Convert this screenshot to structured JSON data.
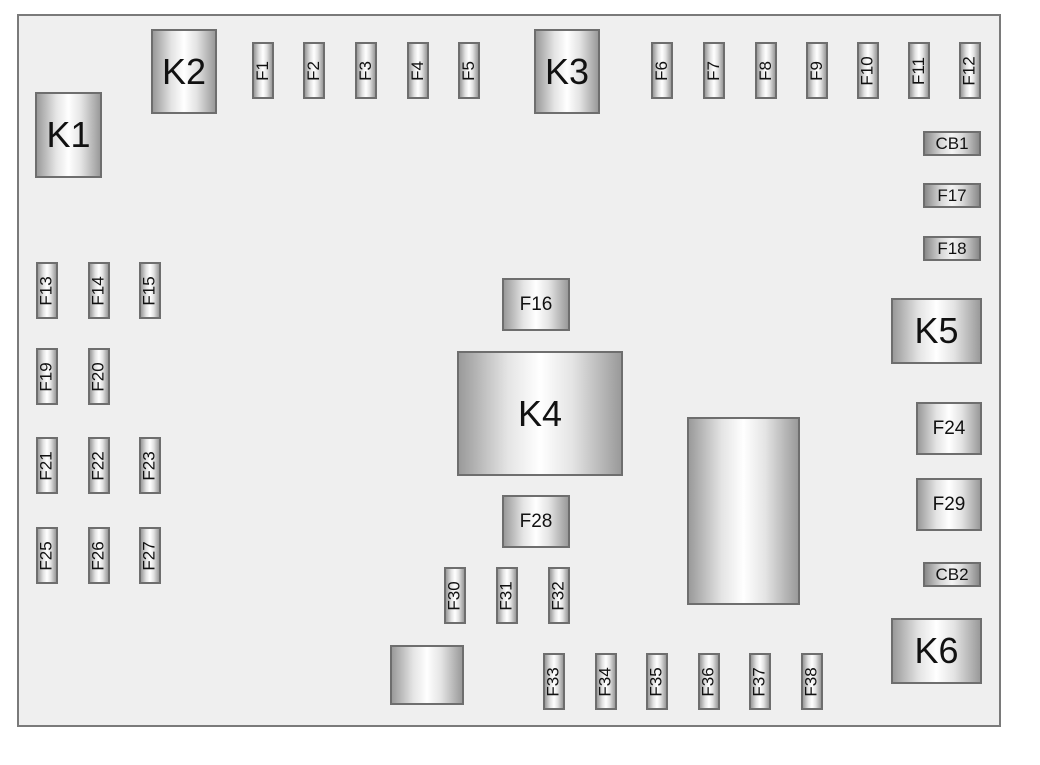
{
  "title": "Fuse block diagram",
  "components": [
    {
      "id": "K1",
      "kind": "relay"
    },
    {
      "id": "K2",
      "kind": "relay"
    },
    {
      "id": "K3",
      "kind": "relay"
    },
    {
      "id": "F1",
      "kind": "v"
    },
    {
      "id": "F2",
      "kind": "v"
    },
    {
      "id": "F3",
      "kind": "v"
    },
    {
      "id": "F4",
      "kind": "v"
    },
    {
      "id": "F5",
      "kind": "v"
    },
    {
      "id": "F6",
      "kind": "v"
    },
    {
      "id": "F7",
      "kind": "v"
    },
    {
      "id": "F8",
      "kind": "v"
    },
    {
      "id": "F9",
      "kind": "v"
    },
    {
      "id": "F10",
      "kind": "v"
    },
    {
      "id": "F11",
      "kind": "v"
    },
    {
      "id": "F12",
      "kind": "v"
    },
    {
      "id": "CB1",
      "kind": "small"
    },
    {
      "id": "F17",
      "kind": "small"
    },
    {
      "id": "F18",
      "kind": "small"
    },
    {
      "id": "F13",
      "kind": "v"
    },
    {
      "id": "F14",
      "kind": "v"
    },
    {
      "id": "F15",
      "kind": "v"
    },
    {
      "id": "F19",
      "kind": "v"
    },
    {
      "id": "F20",
      "kind": "v"
    },
    {
      "id": "F21",
      "kind": "v"
    },
    {
      "id": "F22",
      "kind": "v"
    },
    {
      "id": "F23",
      "kind": "v"
    },
    {
      "id": "F25",
      "kind": "v"
    },
    {
      "id": "F26",
      "kind": "v"
    },
    {
      "id": "F27",
      "kind": "v"
    },
    {
      "id": "F16",
      "kind": "mid"
    },
    {
      "id": "K4",
      "kind": "relay"
    },
    {
      "id": "F28",
      "kind": "mid"
    },
    {
      "id": "",
      "kind": "relay"
    },
    {
      "id": "K5",
      "kind": "relay"
    },
    {
      "id": "F24",
      "kind": "mid"
    },
    {
      "id": "F29",
      "kind": "mid"
    },
    {
      "id": "CB2",
      "kind": "small"
    },
    {
      "id": "K6",
      "kind": "relay"
    },
    {
      "id": "F30",
      "kind": "v"
    },
    {
      "id": "F31",
      "kind": "v"
    },
    {
      "id": "F32",
      "kind": "v"
    },
    {
      "id": "",
      "kind": "relay"
    },
    {
      "id": "F33",
      "kind": "v"
    },
    {
      "id": "F34",
      "kind": "v"
    },
    {
      "id": "F35",
      "kind": "v"
    },
    {
      "id": "F36",
      "kind": "v"
    },
    {
      "id": "F37",
      "kind": "v"
    },
    {
      "id": "F38",
      "kind": "v"
    }
  ]
}
